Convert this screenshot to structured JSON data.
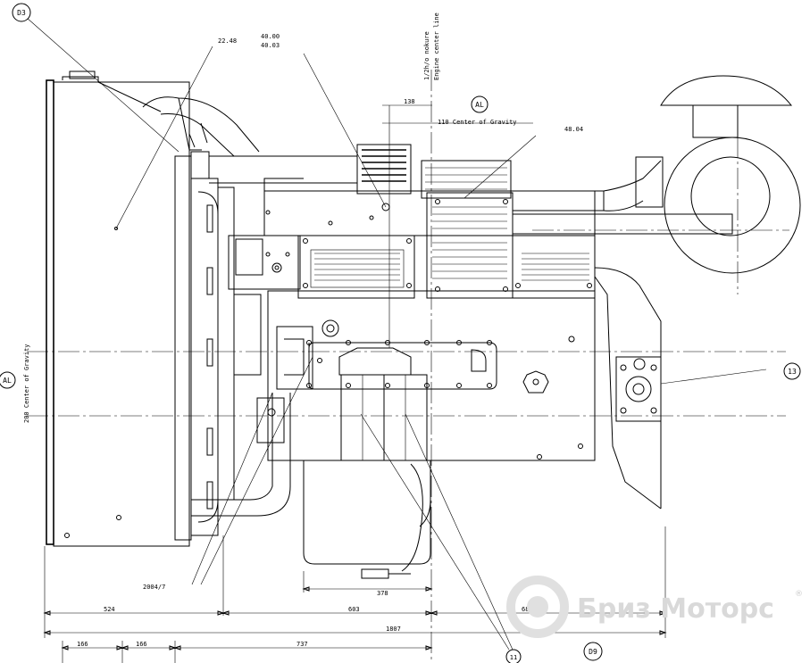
{
  "labels": {
    "callout_d3": "D3",
    "callout_al_top": "AL",
    "callout_al_left": "AL",
    "callout_13": "13",
    "callout_d9": "D9",
    "callout_11": "11",
    "ref_22_48": "22.48",
    "ref_40_00": "40.00",
    "ref_40_03": "40.03",
    "ref_48_04": "48.04",
    "ref_2004_7": "2004/7",
    "center_gravity_top": "110 Center of Gravity",
    "center_gravity_left": "200 Center of Gravity",
    "crank_center_1": "1/2h/o nokure",
    "crank_center_2": "Engine center line"
  },
  "dimensions": {
    "d138": "138",
    "d378": "378",
    "d524": "524",
    "d603": "603",
    "d680": "680",
    "d1807": "1807",
    "d166a": "166",
    "d166b": "166",
    "d737": "737"
  },
  "watermark": {
    "text": "Бриз Моторс",
    "trademark": "®"
  }
}
